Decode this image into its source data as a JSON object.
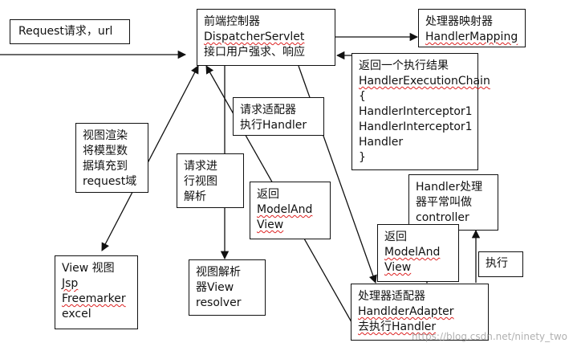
{
  "nodes": {
    "request": [
      "Request请求，url"
    ],
    "dispatcher": [
      "前端控制器",
      "DispatcherServlet",
      "接口用户强求、响应"
    ],
    "mapping": [
      "处理器映射器",
      "HandlerMapping"
    ],
    "chain": [
      "返回一个执行结果",
      "HandlerExecutionChain",
      "{",
      "HandlerInterceptor1",
      "HandlerInterceptor1",
      "Handler",
      "}"
    ],
    "adapter_req": [
      "请求适配器",
      "执行Handler"
    ],
    "render": [
      "视图渲染",
      "将模型数",
      "据填充到",
      "request域"
    ],
    "resolve_req": [
      "请求进",
      "行视图",
      "解析"
    ],
    "return_mv1": [
      "返回",
      "ModelAnd",
      "View"
    ],
    "handler": [
      "Handler处理",
      "器平常叫做",
      "controller"
    ],
    "return_mv2": [
      "返回",
      "ModelAnd",
      "View"
    ],
    "execute": [
      "执行"
    ],
    "view": [
      "View 视图",
      "Jsp",
      "Freemarker",
      "excel"
    ],
    "resolver": [
      "视图解析",
      "器View",
      "resolver"
    ],
    "adapter": [
      "处理器适配器",
      "HandlderAdapter",
      "去执行Handler"
    ]
  },
  "watermark": "https://blog.csdn.net/ninety_two"
}
